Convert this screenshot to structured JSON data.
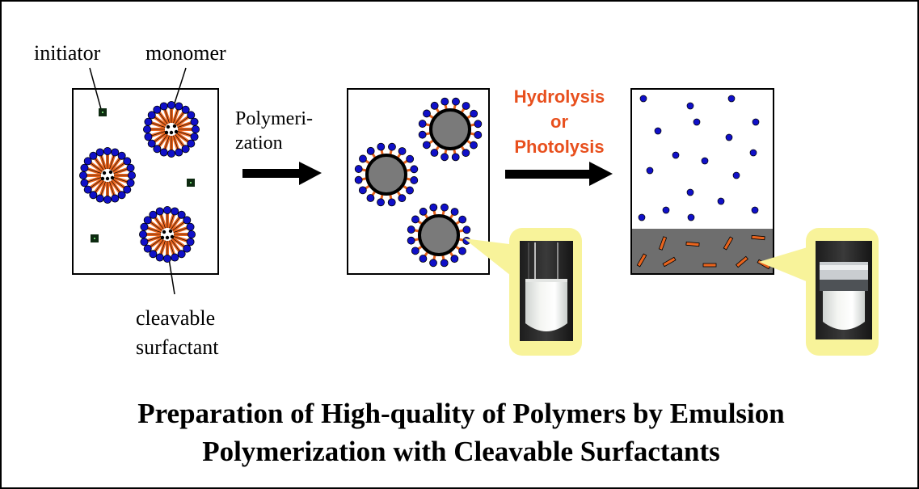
{
  "labels": {
    "initiator": "initiator",
    "monomer": "monomer",
    "surfactant": [
      "cleavable",
      "surfactant"
    ]
  },
  "steps": {
    "polymerization": [
      "Polymeri-",
      "zation"
    ],
    "hydrolysis": [
      "Hydrolysis",
      "or",
      "Photolysis"
    ]
  },
  "caption": [
    "Preparation of High-quality of Polymers by Emulsion",
    "Polymerization with Cleavable Surfactants"
  ],
  "colors": {
    "surfactant_head": "#1010c8",
    "surfactant_tail": "#e8641e",
    "polymer_particle": "#7a7a7a",
    "fragment_layer": "#6e6e6e",
    "reaction_text": "#e8501e",
    "callout": "#f8f39a"
  }
}
